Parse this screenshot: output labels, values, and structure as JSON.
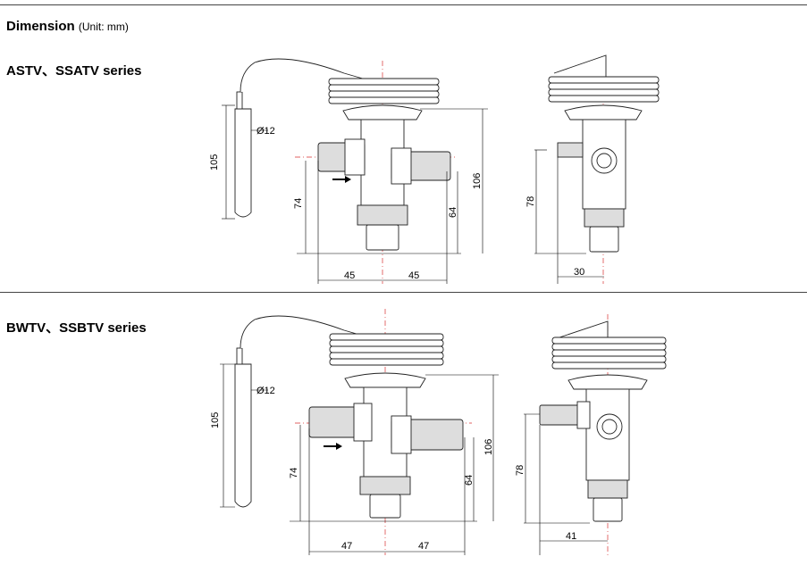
{
  "header": {
    "title": "Dimension",
    "unit": "(Unit: mm)"
  },
  "sections": [
    {
      "series": "ASTV、SSATV series",
      "dims": {
        "bulb_dia": "Ø12",
        "bulb_len": "105",
        "inlet_h": "74",
        "outlet_h": "64",
        "total_h": "106",
        "left_w": "45",
        "right_w": "45",
        "side_h": "78",
        "side_w": "30"
      }
    },
    {
      "series": "BWTV、SSBTV series",
      "dims": {
        "bulb_dia": "Ø12",
        "bulb_len": "105",
        "inlet_h": "74",
        "outlet_h": "64",
        "total_h": "106",
        "left_w": "47",
        "right_w": "47",
        "side_h": "78",
        "side_w": "41"
      }
    }
  ]
}
